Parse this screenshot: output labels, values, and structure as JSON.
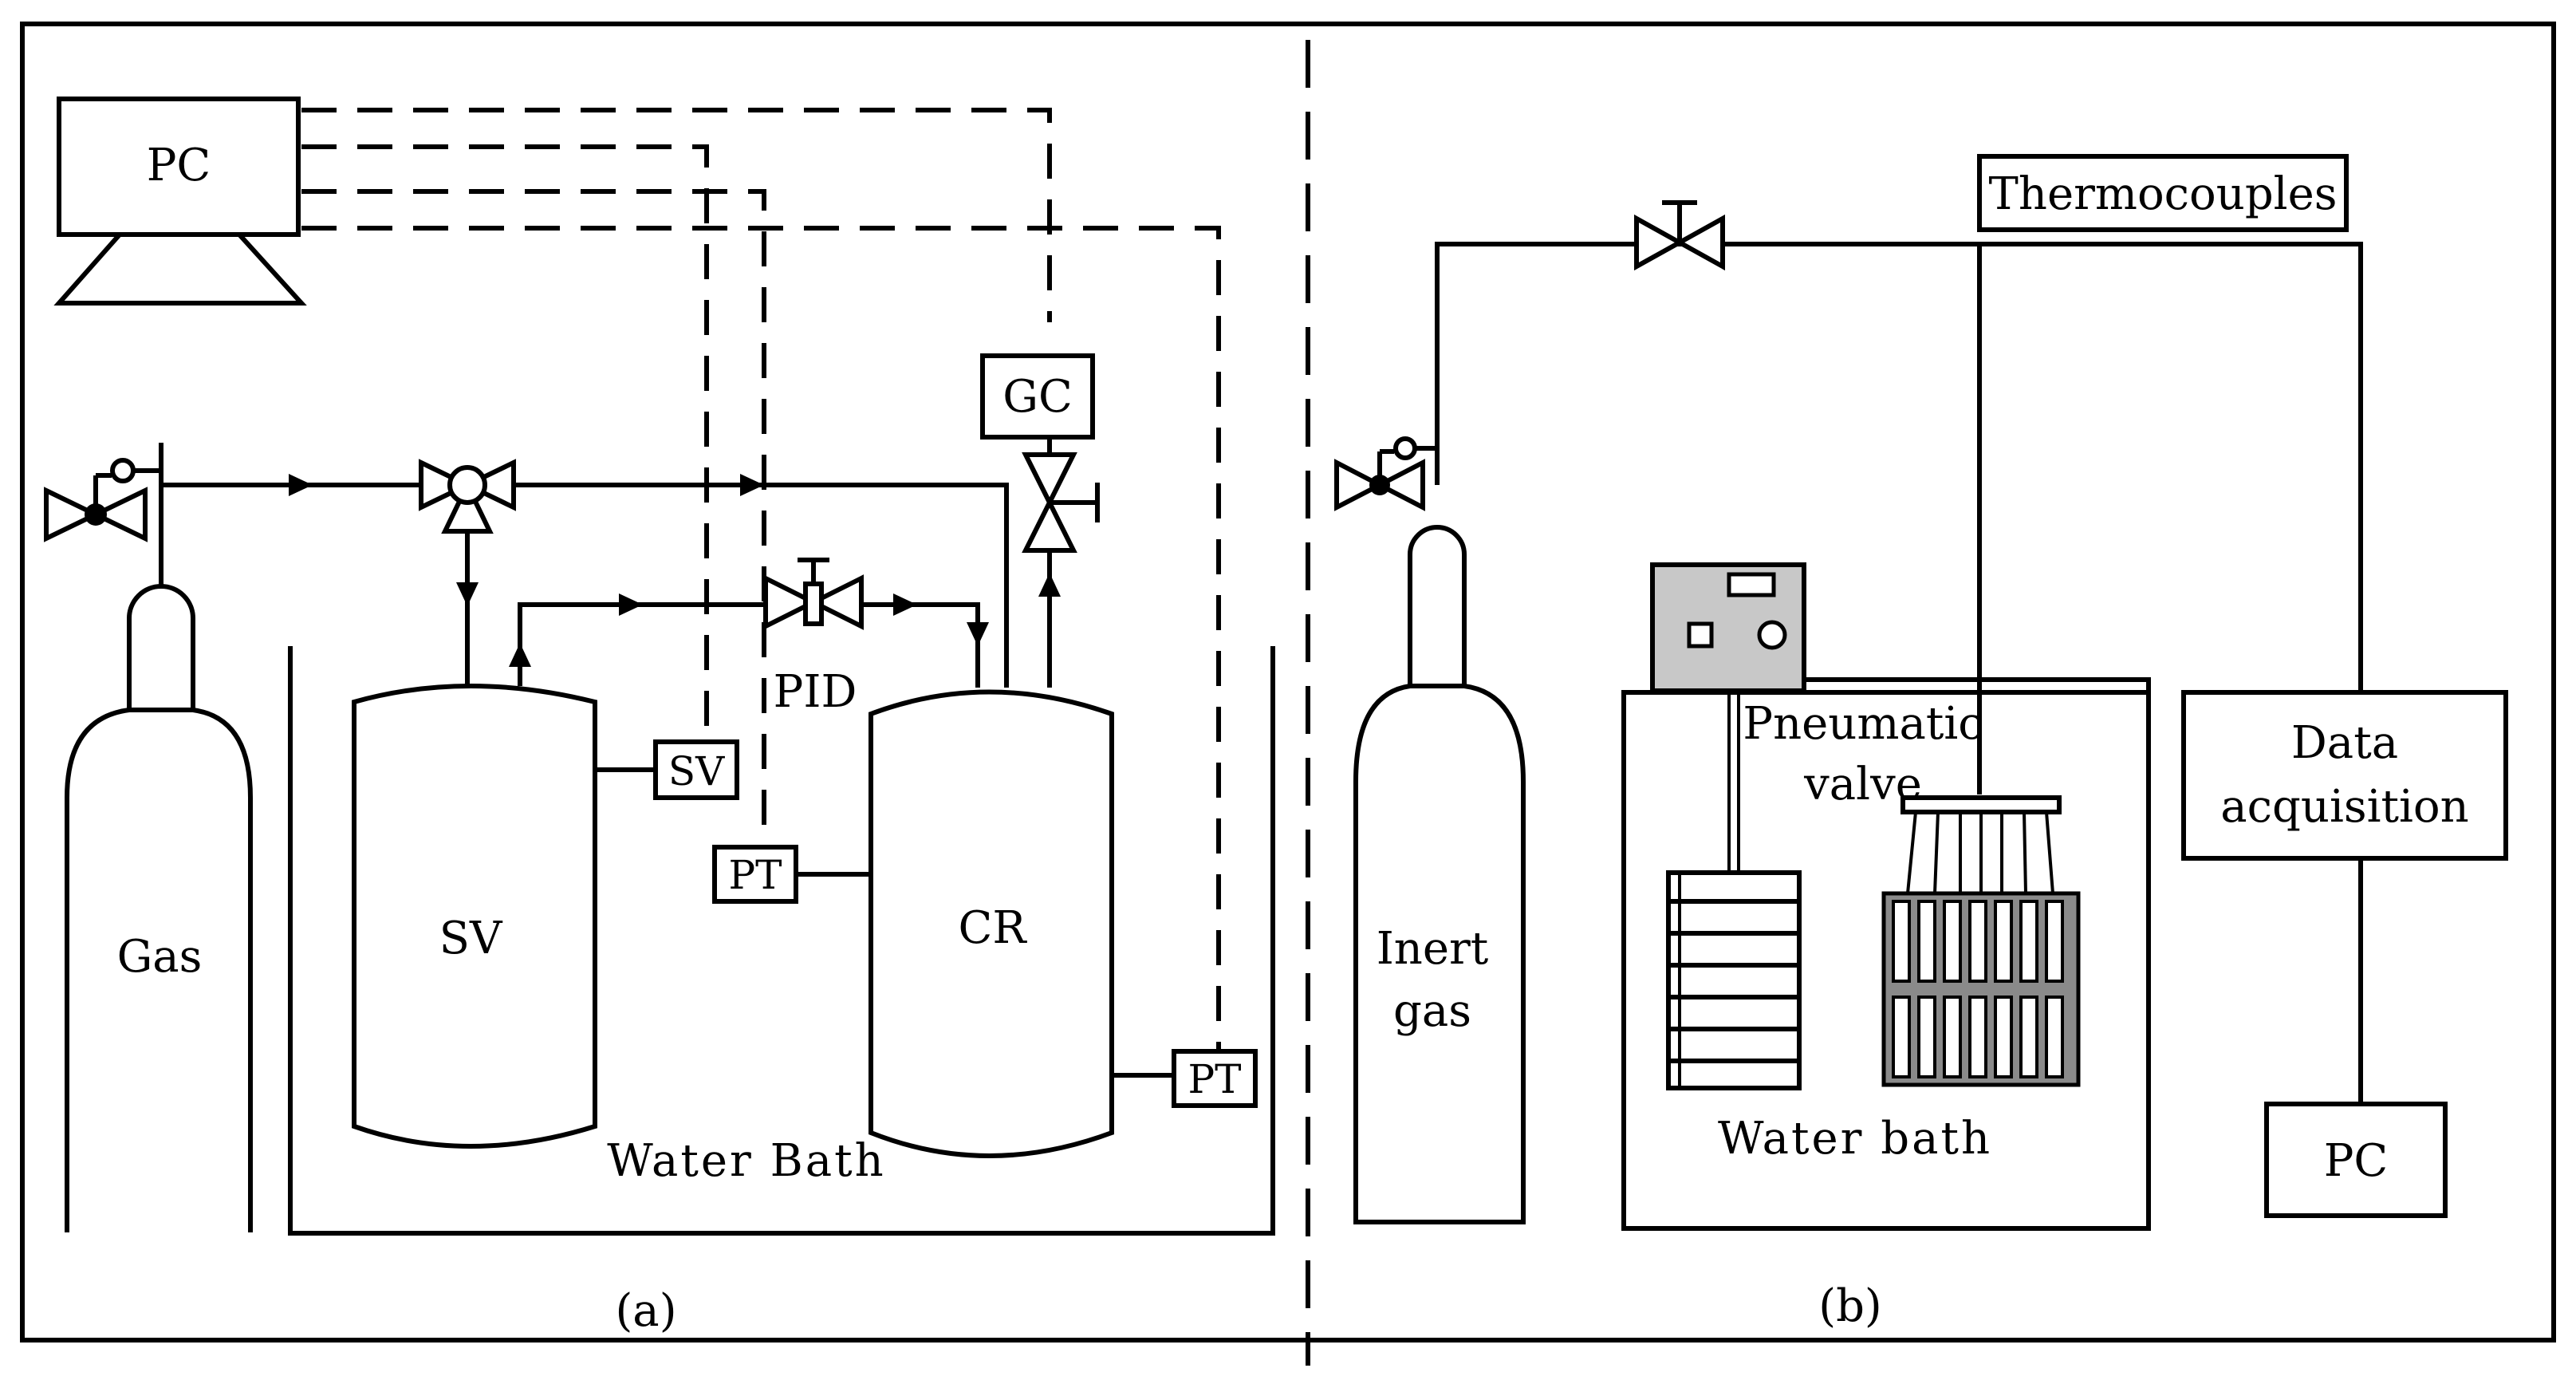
{
  "panel_a": {
    "caption": "(a)",
    "pc": "PC",
    "gc": "GC",
    "pid": "PID",
    "sv_sensor": "SV",
    "pt_upper": "PT",
    "pt_lower": "PT",
    "gas": "Gas",
    "sv_vessel": "SV",
    "cr_vessel": "CR",
    "water_bath": "Water Bath"
  },
  "panel_b": {
    "caption": "(b)",
    "thermocouples": "Thermocouples",
    "pneumatic_valve_line1": "Pneumatic",
    "pneumatic_valve_line2": "valve",
    "inert_gas_line1": "Inert",
    "inert_gas_line2": "gas",
    "water_bath": "Water bath",
    "data_acquisition_line1": "Data",
    "data_acquisition_line2": "acquisition",
    "pc": "PC"
  }
}
